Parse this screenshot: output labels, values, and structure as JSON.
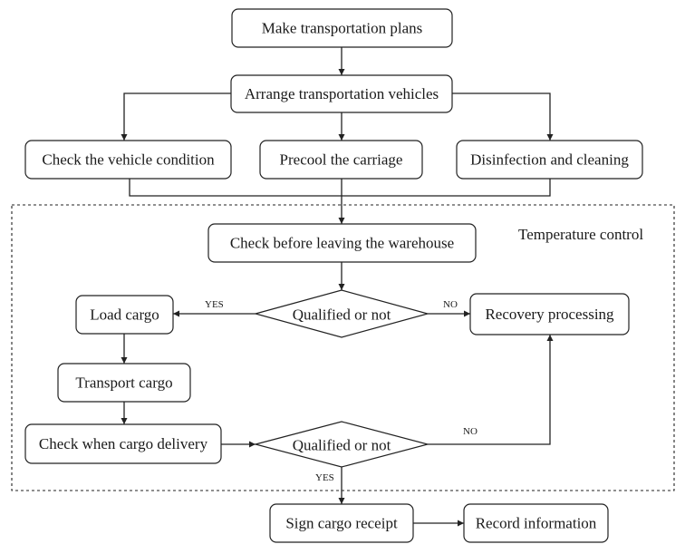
{
  "region": {
    "label": "Temperature control"
  },
  "nodes": {
    "make_plans": "Make transportation plans",
    "arrange_vehicles": "Arrange transportation vehicles",
    "check_vehicle": "Check the vehicle condition",
    "precool": "Precool the carriage",
    "disinfection": "Disinfection and cleaning",
    "check_leaving": "Check before leaving the warehouse",
    "qualified_1": "Qualified or not",
    "load_cargo": "Load cargo",
    "recovery": "Recovery processing",
    "transport_cargo": "Transport cargo",
    "check_delivery": "Check when cargo delivery",
    "qualified_2": "Qualified or not",
    "sign_receipt": "Sign cargo receipt",
    "record_info": "Record information"
  },
  "edge_labels": {
    "q1_yes": "YES",
    "q1_no": "NO",
    "q2_no": "NO",
    "q2_yes": "YES"
  }
}
